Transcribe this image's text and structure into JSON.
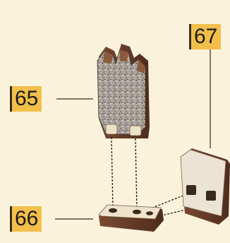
{
  "diagram": {
    "background": "#fbf2dc",
    "callout_color": "#f2bf4a",
    "parts": [
      {
        "id": "part-65",
        "label": "65"
      },
      {
        "id": "part-66",
        "label": "66"
      },
      {
        "id": "part-67",
        "label": "67"
      }
    ]
  }
}
